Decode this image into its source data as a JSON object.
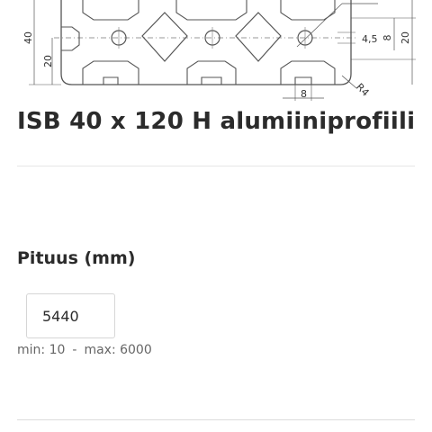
{
  "drawing": {
    "dimensions": {
      "height_40": "40",
      "height_20_left": "20",
      "slot_4_5": "4,5",
      "slot_8_right": "8",
      "height_20_right": "20",
      "slot_8_bottom": "8",
      "radius": "R4"
    }
  },
  "product": {
    "title": "ISB 40 x 120 H alumiiniprofiili"
  },
  "length": {
    "label": "Pituus (mm)",
    "value": "5440",
    "min_label": "min: 10",
    "separator": "-",
    "max_label": "max: 6000"
  }
}
